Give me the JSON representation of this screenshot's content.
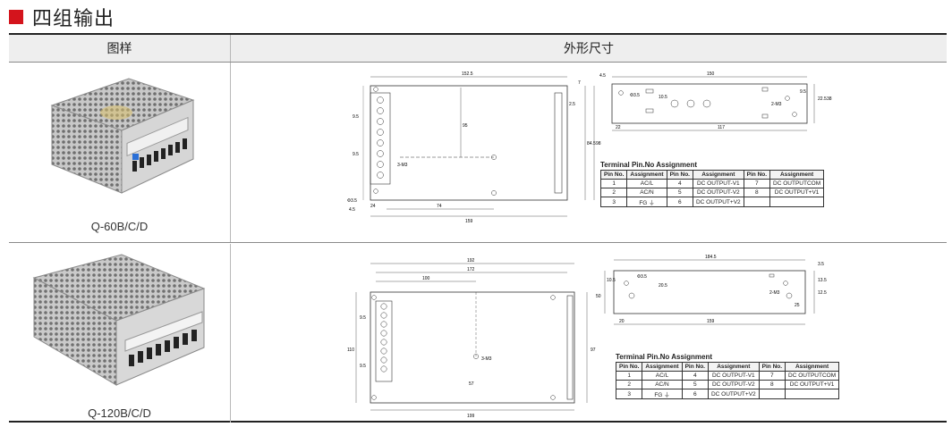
{
  "section": {
    "title": "四组输出",
    "icon": "red-square-icon",
    "accent_color": "#d4141c"
  },
  "table": {
    "headers": [
      "图样",
      "外形尺寸"
    ],
    "rows": [
      {
        "model": "Q-60B/C/D",
        "front_dims": {
          "width": "159",
          "top_width": "152.5",
          "height": "84.5",
          "inner_height": "95",
          "hole_offset": "24",
          "hole_span": "74",
          "pitch_a": "9.5",
          "pitch_b": "9.5",
          "hole_dia": "3-M3",
          "hole_dia2": "Φ3.5",
          "edge_a": "4.5",
          "edge_b": "2.5",
          "edge_c": "7",
          "side": "98"
        },
        "side_dims": {
          "length": "150",
          "inner": "117",
          "left": "22",
          "h1": "10.5",
          "h2": "22.5",
          "h3": "38",
          "h4": "9.5",
          "hole_a": "Φ3.5",
          "hole_b": "2-M3",
          "edge": "4.5"
        },
        "pin_table": {
          "title": "Terminal Pin.No Assignment",
          "headers": [
            "Pin No.",
            "Assignment",
            "Pin No.",
            "Assignment",
            "Pin No.",
            "Assignment"
          ],
          "rows": [
            [
              "1",
              "AC/L",
              "4",
              "DC OUTPUT-V1",
              "7",
              "DC OUTPUTCOM"
            ],
            [
              "2",
              "AC/N",
              "5",
              "DC OUTPUT-V2",
              "8",
              "DC OUTPUT+V1"
            ],
            [
              "3",
              "FG ⏚",
              "6",
              "DC OUTPUT+V2",
              "",
              ""
            ]
          ]
        }
      },
      {
        "model": "Q-120B/C/D",
        "front_dims": {
          "width": "199",
          "top_width": "192",
          "inner_width": "172",
          "inner_span": "100",
          "height": "110",
          "side": "97",
          "low": "57",
          "hole_dia": "3-M3",
          "pitch_a": "9.5",
          "pitch_b": "9.5"
        },
        "side_dims": {
          "length": "184.5",
          "inner": "159",
          "left": "20",
          "h1": "10.5",
          "h2": "20.5",
          "h3": "50",
          "edge_a": "3.5",
          "edge_b": "13.5",
          "edge_c": "12.5",
          "hole_a": "Φ3.5",
          "hole_b": "2-M3",
          "mid": "25"
        },
        "pin_table": {
          "title": "Terminal Pin.No Assignment",
          "headers": [
            "Pin No.",
            "Assignment",
            "Pin No.",
            "Assignment",
            "Pin No.",
            "Assignment"
          ],
          "rows": [
            [
              "1",
              "AC/L",
              "4",
              "DC OUTPUT-V1",
              "7",
              "DC OUTPUTCOM"
            ],
            [
              "2",
              "AC/N",
              "5",
              "DC OUTPUT-V2",
              "8",
              "DC OUTPUT+V1"
            ],
            [
              "3",
              "FG ⏚",
              "6",
              "DC OUTPUT+V2",
              "",
              ""
            ]
          ]
        }
      }
    ]
  }
}
